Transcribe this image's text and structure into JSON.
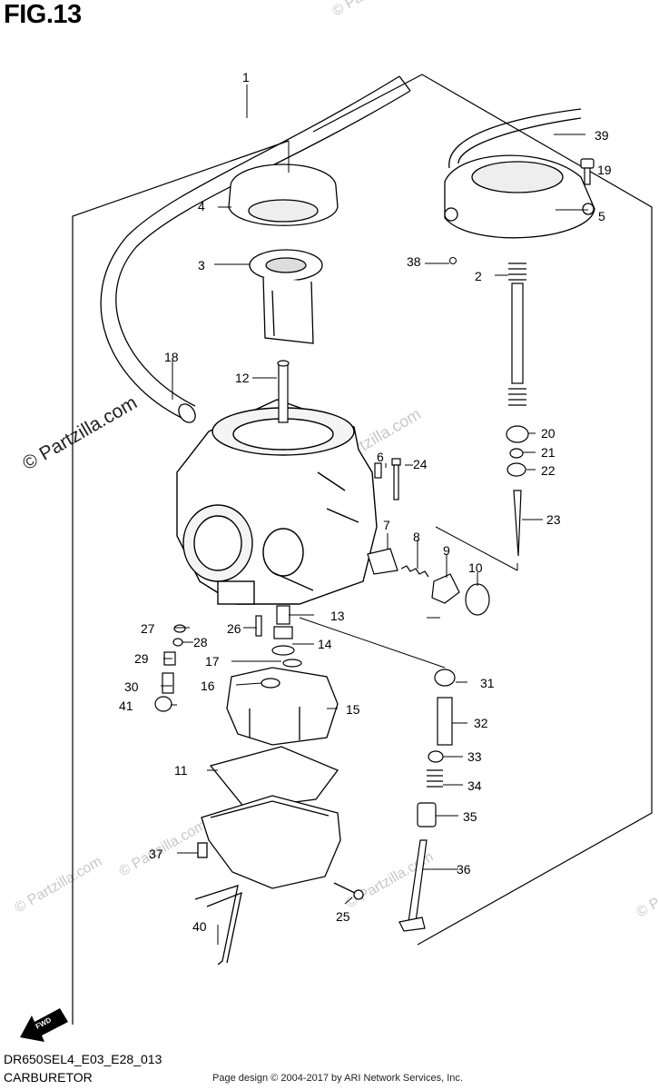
{
  "figure": {
    "title": "FIG.13"
  },
  "watermarks": {
    "main": "© Partzilla.com",
    "faint": "© Partzilla.com"
  },
  "fwd_label": "FWD",
  "parts": [
    {
      "id": "p1",
      "label": "1"
    },
    {
      "id": "p2",
      "label": "2"
    },
    {
      "id": "p3",
      "label": "3"
    },
    {
      "id": "p4",
      "label": "4"
    },
    {
      "id": "p5",
      "label": "5"
    },
    {
      "id": "p6",
      "label": "6"
    },
    {
      "id": "p7",
      "label": "7"
    },
    {
      "id": "p8",
      "label": "8"
    },
    {
      "id": "p9",
      "label": "9"
    },
    {
      "id": "p10",
      "label": "10"
    },
    {
      "id": "p11",
      "label": "11"
    },
    {
      "id": "p12",
      "label": "12"
    },
    {
      "id": "p13",
      "label": "13"
    },
    {
      "id": "p14",
      "label": "14"
    },
    {
      "id": "p15",
      "label": "15"
    },
    {
      "id": "p16",
      "label": "16"
    },
    {
      "id": "p17",
      "label": "17"
    },
    {
      "id": "p18",
      "label": "18"
    },
    {
      "id": "p19",
      "label": "19"
    },
    {
      "id": "p20",
      "label": "20"
    },
    {
      "id": "p21",
      "label": "21"
    },
    {
      "id": "p22",
      "label": "22"
    },
    {
      "id": "p23",
      "label": "23"
    },
    {
      "id": "p24",
      "label": "24"
    },
    {
      "id": "p25",
      "label": "25"
    },
    {
      "id": "p26",
      "label": "26"
    },
    {
      "id": "p27",
      "label": "27"
    },
    {
      "id": "p28",
      "label": "28"
    },
    {
      "id": "p29",
      "label": "29"
    },
    {
      "id": "p30",
      "label": "30"
    },
    {
      "id": "p31",
      "label": "31"
    },
    {
      "id": "p32",
      "label": "32"
    },
    {
      "id": "p33",
      "label": "33"
    },
    {
      "id": "p34",
      "label": "34"
    },
    {
      "id": "p35",
      "label": "35"
    },
    {
      "id": "p36",
      "label": "36"
    },
    {
      "id": "p37",
      "label": "37"
    },
    {
      "id": "p38",
      "label": "38"
    },
    {
      "id": "p39",
      "label": "39"
    },
    {
      "id": "p40",
      "label": "40"
    },
    {
      "id": "p41",
      "label": "41"
    }
  ],
  "footer": {
    "model_code": "DR650SEL4_E03_E28_013",
    "section_name": "CARBURETOR",
    "credit": "Page design © 2004-2017 by ARI Network Services, Inc."
  }
}
